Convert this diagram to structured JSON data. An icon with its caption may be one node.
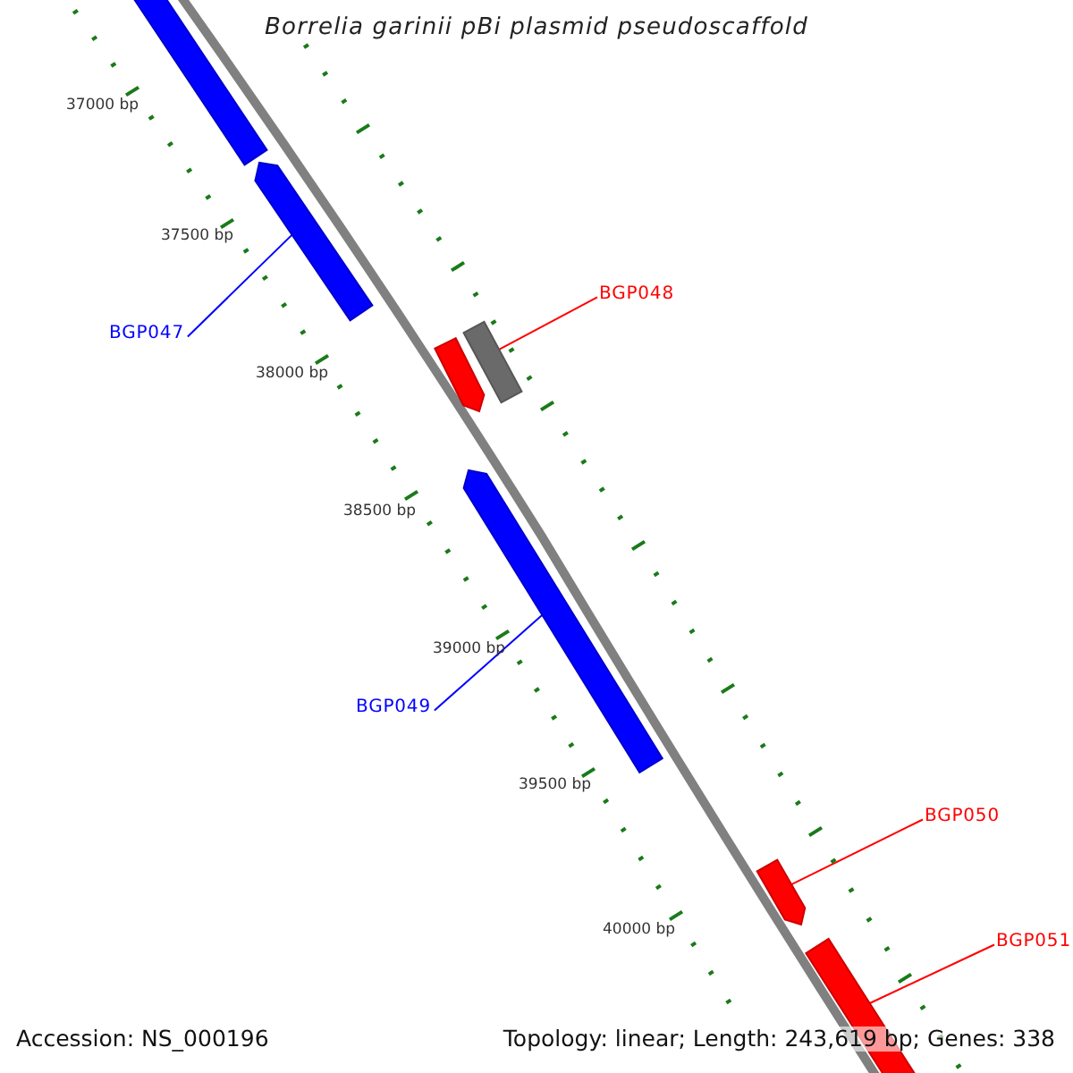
{
  "diagram": {
    "title": "Borrelia garinii pBi plasmid pseudoscaffold",
    "nodes": [
      {
        "text": [
          "BGP048"
        ]
      },
      {
        "text": [
          "BGP047"
        ]
      },
      {
        "text": [
          "BGP049"
        ]
      },
      {
        "text": [
          "BGP050"
        ]
      },
      {
        "text": [
          "BGP051"
        ]
      },
      {
        "text": [],
        "shape": "bar"
      },
      {
        "text": [],
        "shape": "bar"
      },
      {
        "text": [],
        "shape": "bar"
      },
      {
        "text": [],
        "shape": "bar"
      },
      {
        "text": [],
        "shape": "bar"
      },
      {
        "text": [],
        "shape": "bar"
      },
      {
        "text": [],
        "shape": "bar"
      }
    ],
    "edges": [
      {
        "from": 0,
        "to": 8,
        "arrow": "none"
      },
      {
        "from": 1,
        "to": 6,
        "arrow": "none",
        "color": "#0000ff"
      },
      {
        "from": 2,
        "to": 9,
        "arrow": "none",
        "color": "#0000ff"
      },
      {
        "from": 3,
        "to": 10,
        "arrow": "none"
      },
      {
        "from": 4,
        "to": 11,
        "arrow": "none"
      }
    ],
    "labels": [
      "37000 bp",
      "37500 bp",
      "38000 bp",
      "38500 bp",
      "39000 bp",
      "39500 bp",
      "40000 bp",
      "Accession: NS_000196",
      "Topology: linear; Length: 243,619 bp; Genes: 338"
    ]
  }
}
